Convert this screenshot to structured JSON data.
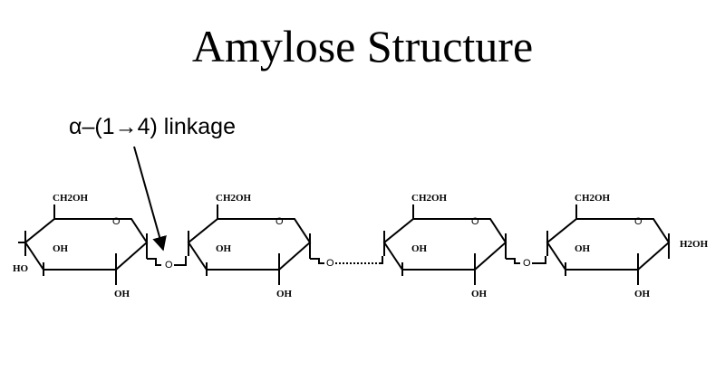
{
  "title": "Amylose Structure",
  "linkage_label": "α–(1→4) linkage",
  "units": [
    {
      "ch2oh": "CH2OH",
      "ring_oxygen": "O",
      "oh_left": "OH",
      "oh_bottom": "OH"
    },
    {
      "ch2oh": "CH2OH",
      "ring_oxygen": "O",
      "oh_left": "OH",
      "oh_bottom": "OH"
    },
    {
      "ch2oh": "CH2OH",
      "ring_oxygen": "O",
      "oh_left": "OH",
      "oh_bottom": "OH"
    },
    {
      "ch2oh": "CH2OH",
      "ring_oxygen": "O",
      "oh_left": "OH",
      "oh_bottom": "OH"
    }
  ],
  "bridge_oxygens": [
    "O",
    "O",
    "O"
  ],
  "left_terminal": "HO",
  "right_terminal": "H2OH",
  "colors": {
    "ink": "#000000",
    "background": "#ffffff"
  }
}
